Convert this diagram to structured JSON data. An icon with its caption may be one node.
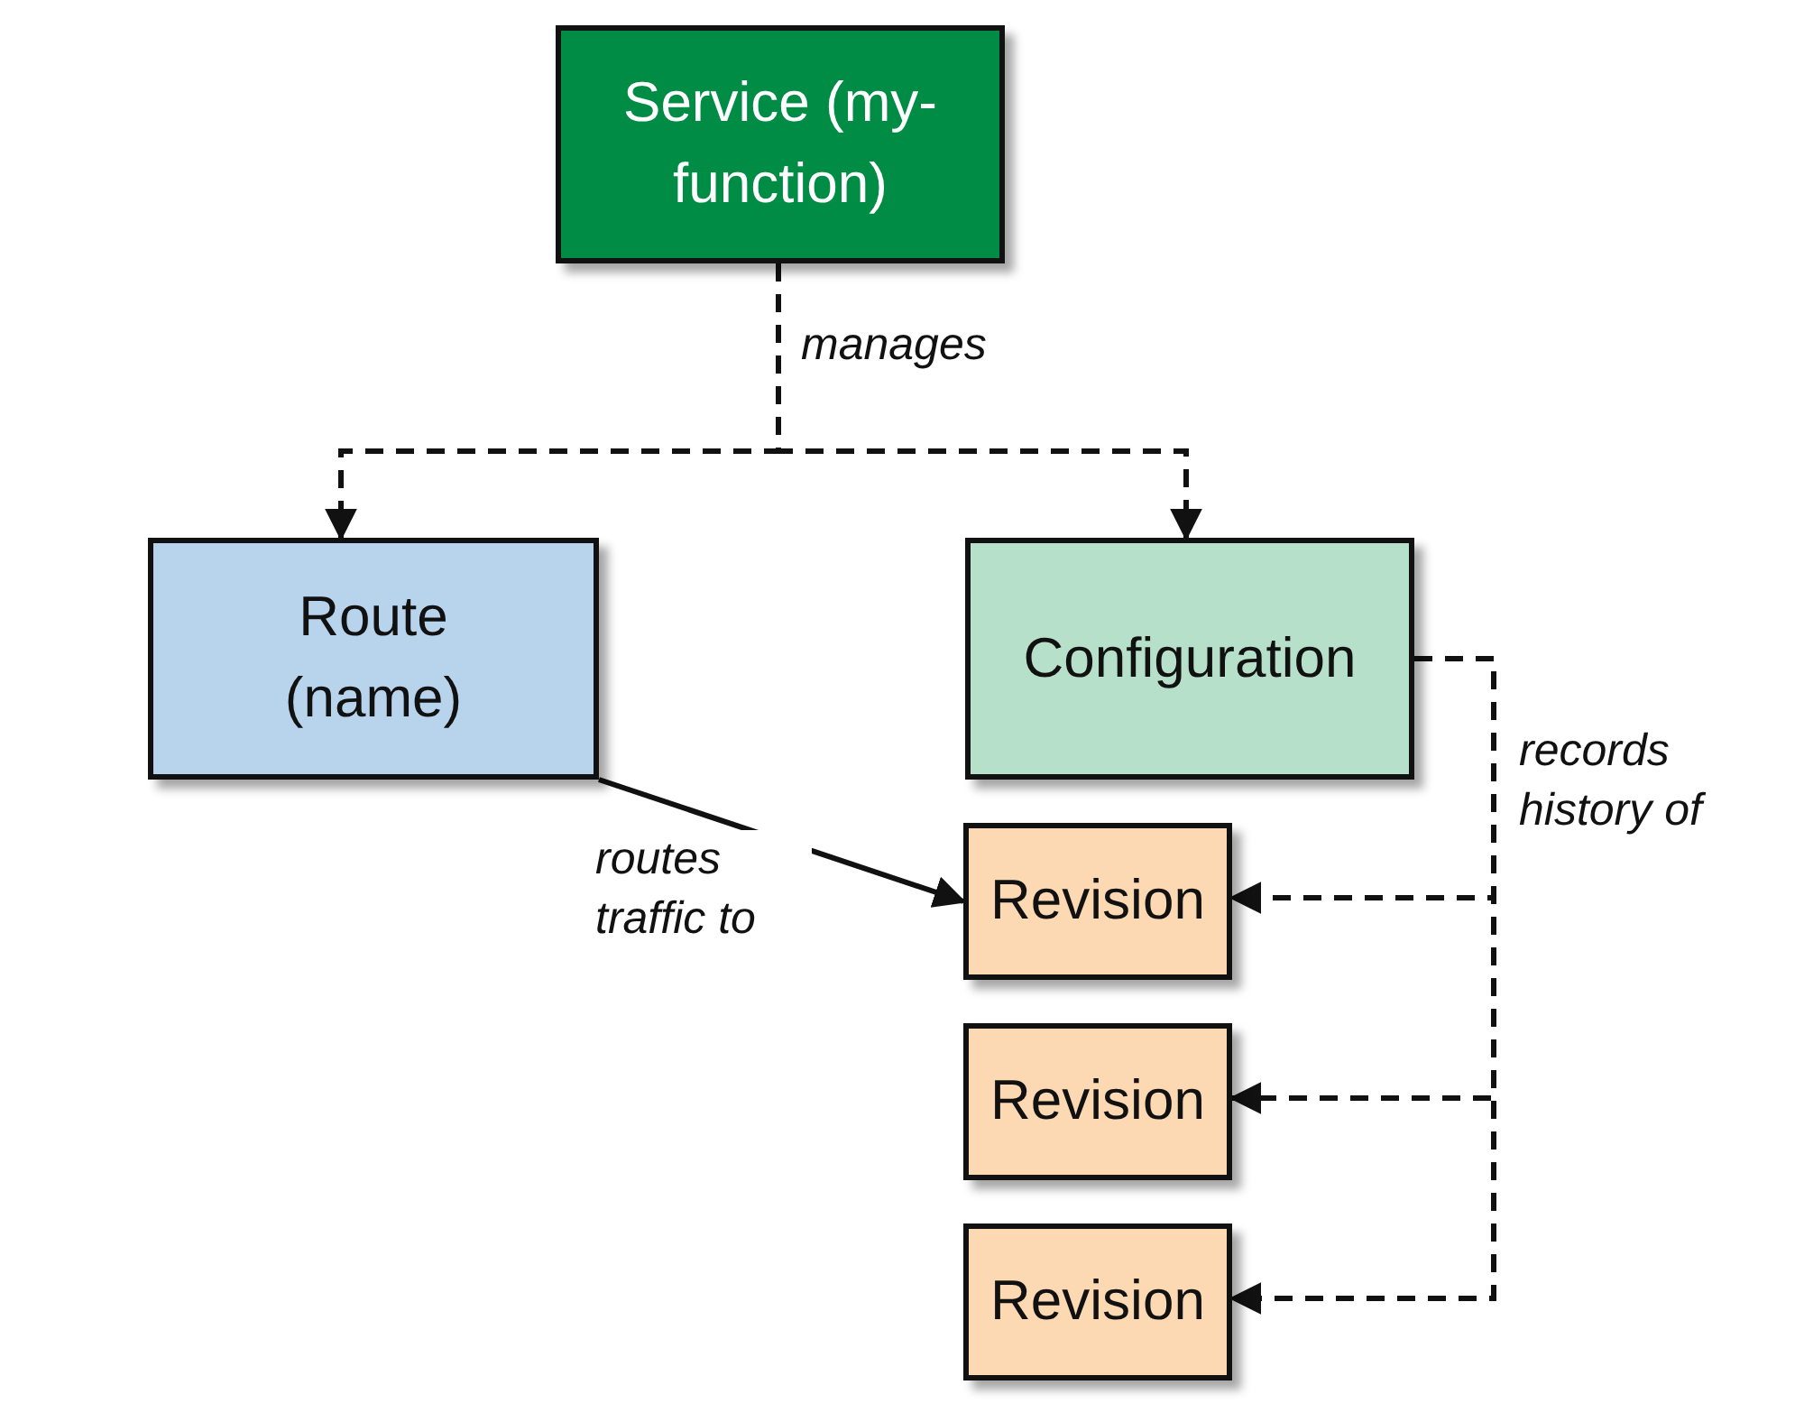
{
  "diagram": {
    "nodes": [
      {
        "text": [
          "Service (my-function)"
        ]
      },
      {
        "text": [
          "Route (name)"
        ]
      },
      {
        "text": [
          "Configuration"
        ]
      },
      {
        "text": [
          "Revision"
        ]
      },
      {
        "text": [
          "Revision"
        ]
      },
      {
        "text": [
          "Revision"
        ]
      }
    ],
    "edges": [
      {
        "from": 0,
        "to": 1,
        "arrow": "to",
        "style": "dashed",
        "label": "manages"
      },
      {
        "from": 0,
        "to": 2,
        "arrow": "to",
        "style": "dashed"
      },
      {
        "from": 1,
        "to": 3,
        "arrow": "to",
        "label": "routes traffic to"
      },
      {
        "from": 2,
        "to": 3,
        "arrow": "to",
        "style": "dashed",
        "label": "records history of"
      },
      {
        "from": 2,
        "to": 4,
        "arrow": "to",
        "style": "dashed"
      },
      {
        "from": 2,
        "to": 5,
        "arrow": "to",
        "style": "dashed"
      }
    ]
  }
}
